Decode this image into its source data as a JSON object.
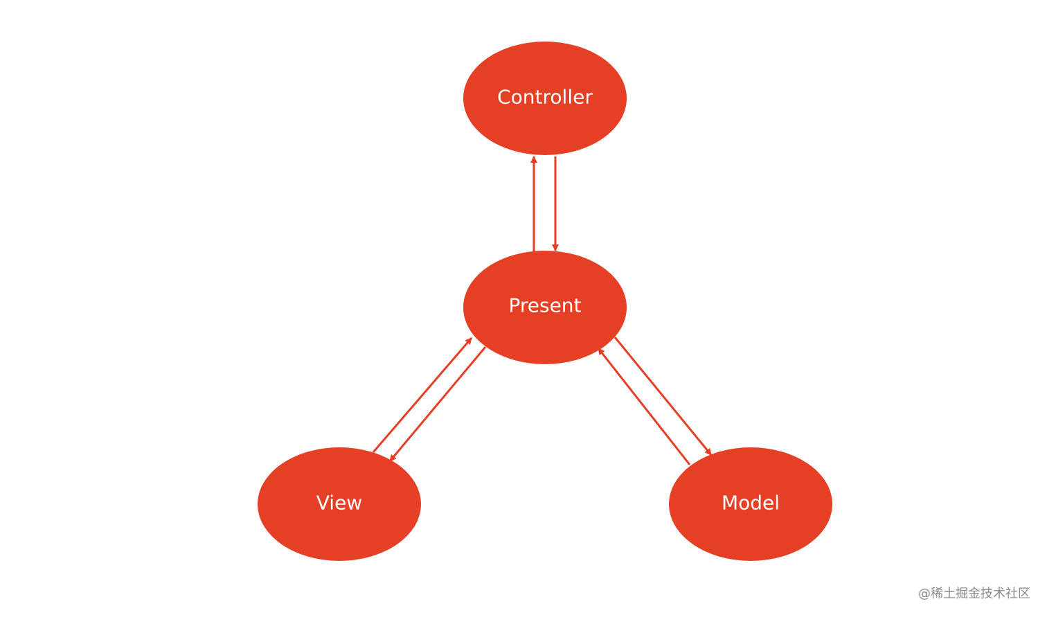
{
  "diagram": {
    "accent_color": "#e53f25",
    "label_color": "#ffffff",
    "nodes": {
      "controller": {
        "label": "Controller"
      },
      "present": {
        "label": "Present"
      },
      "view": {
        "label": "View"
      },
      "model": {
        "label": "Model"
      }
    },
    "edges": [
      {
        "from": "present",
        "to": "controller"
      },
      {
        "from": "controller",
        "to": "present"
      },
      {
        "from": "view",
        "to": "present"
      },
      {
        "from": "present",
        "to": "view"
      },
      {
        "from": "present",
        "to": "model"
      },
      {
        "from": "model",
        "to": "present"
      }
    ]
  },
  "watermark": {
    "text": "@稀土掘金技术社区"
  }
}
